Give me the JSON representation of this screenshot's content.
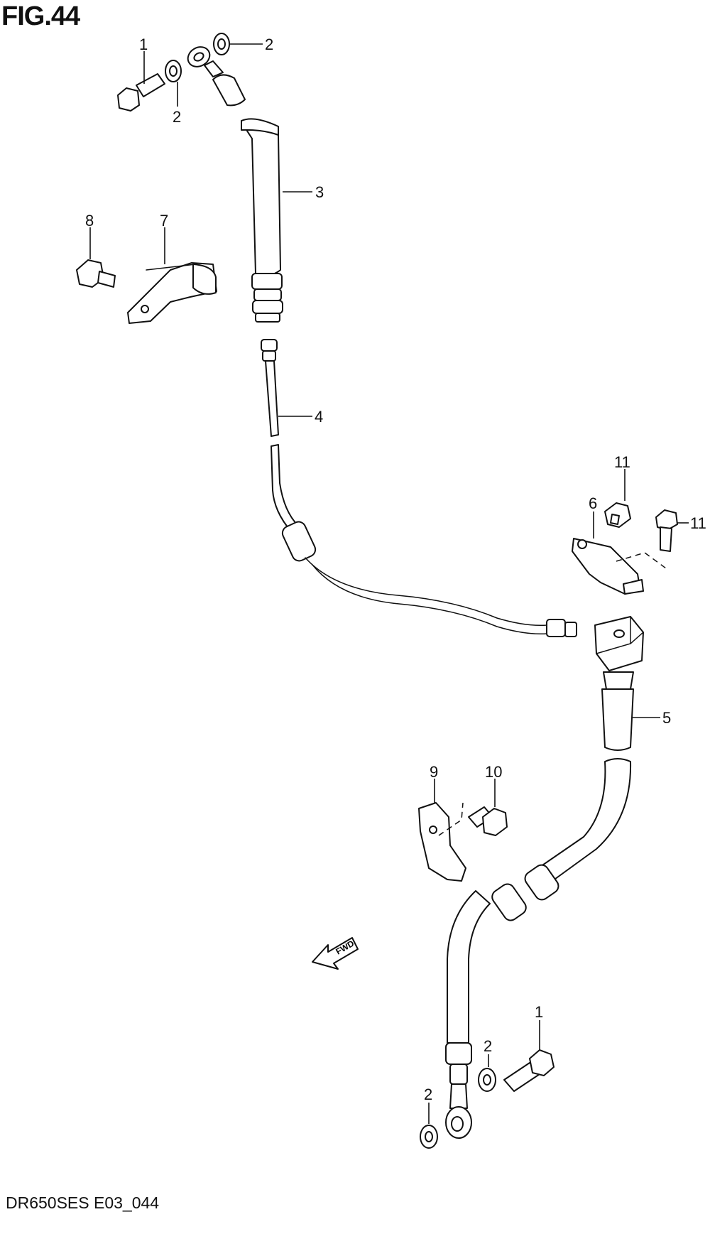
{
  "figure": {
    "title": "FIG.44",
    "code": "DR650SES E03_044",
    "direction_label": "FWD"
  },
  "callouts": [
    "1",
    "2",
    "2",
    "3",
    "8",
    "7",
    "4",
    "11",
    "6",
    "11",
    "5",
    "9",
    "10",
    "1",
    "2",
    "2"
  ]
}
